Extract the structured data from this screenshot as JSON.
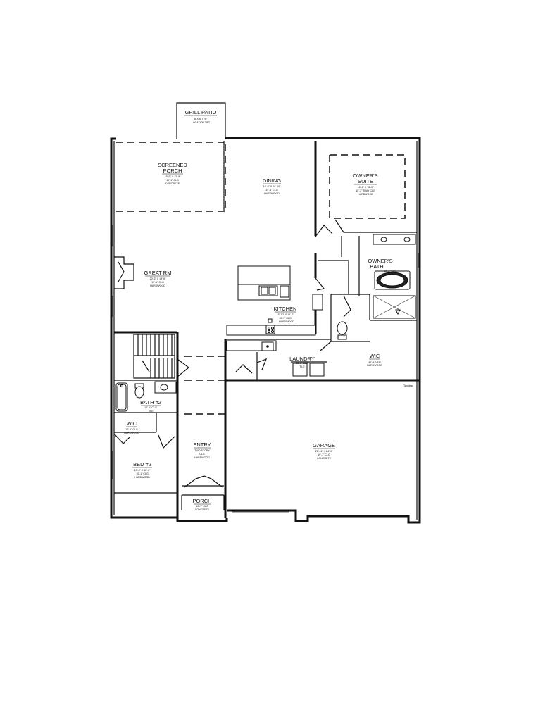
{
  "rooms": {
    "grill_patio": {
      "name": "GRILL PATIO",
      "line1": "8' X 8' TYP.",
      "line2": "LOCATION TBD"
    },
    "screened_porch": {
      "name": "SCREENED",
      "name2": "PORCH",
      "line1": "16'-9\" X 13'-9\"",
      "line2": "10'-1\" CLG",
      "line3": "CONCRETE"
    },
    "dining": {
      "name": "DINING",
      "line1": "16'-8\" X 18'-10\"",
      "line2": "19'-1\" CLG",
      "line3": "HARDWOOD"
    },
    "owners_suite": {
      "name": "OWNER'S",
      "name2": "SUITE",
      "line1": "16'-1\" X 15'-0\"",
      "line2": "10'-1\" TRAY CLG",
      "line3": "HARDWOOD"
    },
    "great_rm": {
      "name": "GREAT RM",
      "line1": "20'-2\" X 19'-6\"",
      "line2": "19'-1\" CLG",
      "line3": "HARDWOOD"
    },
    "owners_bath": {
      "name": "OWNER'S",
      "name2": "BATH",
      "line1": "10'-1\" CLG",
      "line2": "TILE"
    },
    "kitchen": {
      "name": "KITCHEN",
      "line1": "15'-10\" X 16'-2\"",
      "line2": "10'-1\" CLG",
      "line3": "HARDWOOD"
    },
    "laundry": {
      "name": "LAUNDRY",
      "line1": "10'-1\" CLG",
      "line2": "TILE"
    },
    "wic_owner": {
      "name": "WIC",
      "line1": "10'-1\" CLG",
      "line2": "HARDWOOD"
    },
    "bath2": {
      "name": "BATH #2",
      "line1": "10'-1\" CLG",
      "line2": "TILE"
    },
    "wic2": {
      "name": "WIC",
      "line1": "10'-1\" CLG",
      "line2": "HARDWOOD"
    },
    "bed2": {
      "name": "BED #2",
      "line1": "10'-6\" X 16'-0\"",
      "line2": "10'-1\" CLG",
      "line3": "HARDWOOD"
    },
    "entry": {
      "name": "ENTRY",
      "line1": "TWO STORY",
      "line2": "CLG",
      "line3": "HARDWOOD"
    },
    "garage": {
      "name": "GARAGE",
      "line1": "20'-11\" X 24'-9\"",
      "line2": "10'-1\" CLG",
      "line3": "CONCRETE"
    },
    "porch": {
      "name": "PORCH",
      "line1": "10'-1\" CLG",
      "line2": "CONCRETE"
    }
  },
  "notes": {
    "garage_corner": "Tankless"
  }
}
